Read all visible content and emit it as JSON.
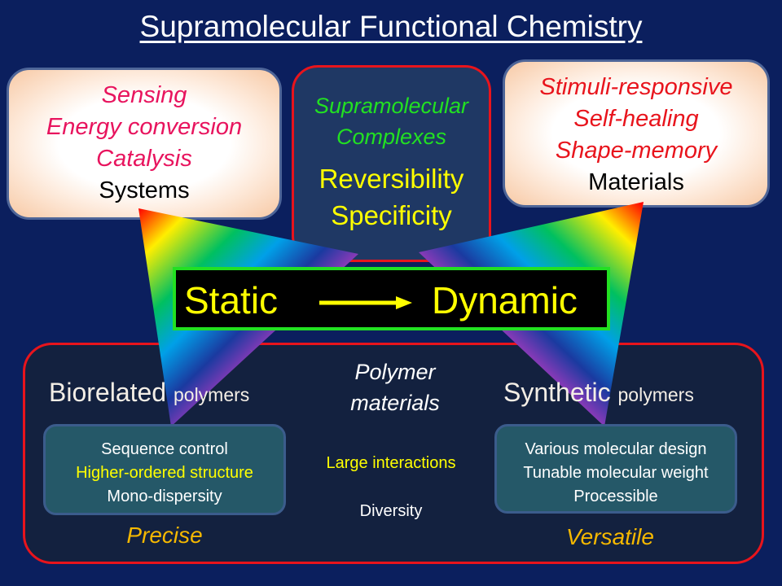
{
  "title": "Supramolecular Functional Chemistry",
  "systems_box": {
    "items": [
      "Sensing",
      "Energy conversion",
      "Catalysis"
    ],
    "label": "Systems"
  },
  "complexes_box": {
    "heading": [
      "Supramolecular",
      "Complexes"
    ],
    "features": [
      "Reversibility",
      "Specificity"
    ]
  },
  "materials_box": {
    "items": [
      "Stimuli-responsive",
      "Self-healing",
      "Shape-memory"
    ],
    "label": "Materials"
  },
  "transition": {
    "from": "Static",
    "to": "Dynamic"
  },
  "polymer": {
    "center_title": [
      "Polymer",
      "materials"
    ],
    "center_items": [
      "Large interactions",
      "Diversity"
    ],
    "biorelated": {
      "title": "Biorelated",
      "suffix": "polymers",
      "features": [
        "Sequence control",
        "Higher-ordered structure",
        "Mono-dispersity"
      ],
      "tag": "Precise"
    },
    "synthetic": {
      "title": "Synthetic",
      "suffix": "polymers",
      "features": [
        "Various molecular design",
        "Tunable molecular weight",
        "Processible"
      ],
      "tag": "Versatile"
    }
  },
  "colors": {
    "background": "#0b1f5e",
    "pink": "#e8145e",
    "red": "#e8141c",
    "green": "#22e022",
    "yellow": "#ffff00",
    "gold": "#f5b800"
  }
}
